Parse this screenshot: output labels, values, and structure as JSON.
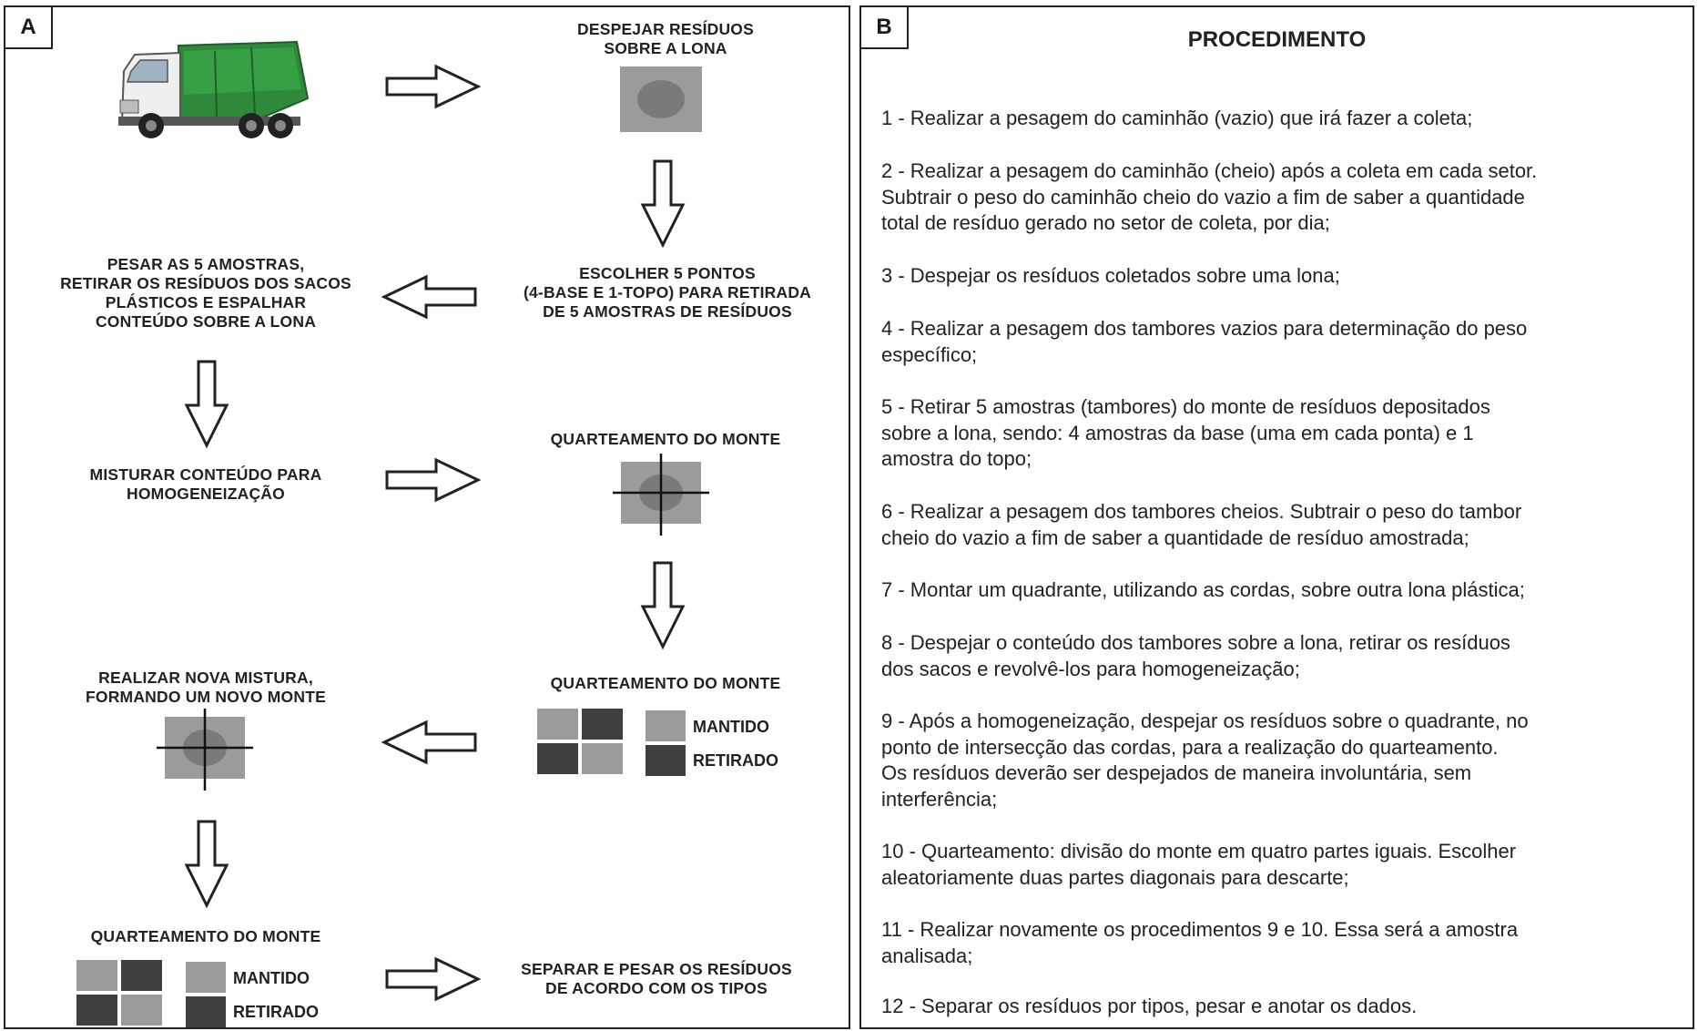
{
  "panel_a": {
    "letter": "A",
    "captions": {
      "dump_waste": "DESPEJAR RESÍDUOS\nSOBRE A LONA",
      "choose_points": "ESCOLHER 5 PONTOS\n(4-BASE E 1-TOPO) PARA RETIRADA\nDE 5 AMOSTRAS DE RESÍDUOS",
      "weigh_samples": "PESAR AS 5 AMOSTRAS,\nRETIRAR OS RESÍDUOS DOS SACOS\nPLÁSTICOS E ESPALHAR\nCONTEÚDO SOBRE A LONA",
      "mix_content": "MISTURAR CONTEÚDO PARA\nHOMOGENEIZAÇÃO",
      "quartering_1": "QUARTEAMENTO DO MONTE",
      "quartering_2": "QUARTEAMENTO DO MONTE",
      "new_mix": "REALIZAR NOVA MISTURA,\nFORMANDO UM NOVO MONTE",
      "quartering_3": "QUARTEAMENTO DO MONTE",
      "separate_weigh": "SEPARAR E PESAR OS RESÍDUOS\nDE ACORDO COM OS TIPOS"
    },
    "legend": {
      "kept": "MANTIDO",
      "removed": "RETIRADO"
    },
    "colors": {
      "light_gray": "#9b9b9b",
      "dark_gray": "#3f3f3f",
      "mid_gray": "#7a7a7a",
      "truck_green": "#2e8a3a",
      "truck_cab": "#eeeeee"
    }
  },
  "panel_b": {
    "letter": "B",
    "title": "PROCEDIMENTO",
    "steps": [
      "1 - Realizar a pesagem do caminhão (vazio) que irá fazer a coleta;",
      "2 - Realizar a pesagem do caminhão (cheio) após a coleta em cada setor.\nSubtrair o peso do caminhão cheio do vazio a fim de saber a quantidade\ntotal de resíduo gerado no setor de coleta, por dia;",
      "3 - Despejar os resíduos coletados sobre uma lona;",
      "4 - Realizar a pesagem dos tambores vazios para determinação do peso\nespecífico;",
      "5 - Retirar 5 amostras (tambores) do monte de resíduos depositados\nsobre a lona, sendo: 4 amostras da base (uma em cada ponta) e 1\namostra do topo;",
      "6 - Realizar a pesagem dos tambores cheios. Subtrair o peso do tambor\ncheio do vazio a fim de saber a quantidade de resíduo amostrada;",
      "7 - Montar um quadrante, utilizando as cordas, sobre outra lona plástica;",
      "8 - Despejar o conteúdo dos tambores sobre a lona, retirar os resíduos\ndos sacos e revolvê-los para homogeneização;",
      "9 - Após a homogeneização, despejar os resíduos sobre o quadrante, no\nponto de intersecção das cordas, para a realização do quarteamento.\nOs resíduos deverão ser despejados de maneira involuntária, sem\ninterferência;",
      "10 - Quarteamento: divisão do monte em quatro partes iguais. Escolher\naleatoriamente duas partes diagonais para descarte;",
      "11 - Realizar novamente os procedimentos 9 e 10. Essa será a amostra\nanalisada;",
      "12 - Separar os resíduos por tipos, pesar e anotar os dados."
    ]
  }
}
